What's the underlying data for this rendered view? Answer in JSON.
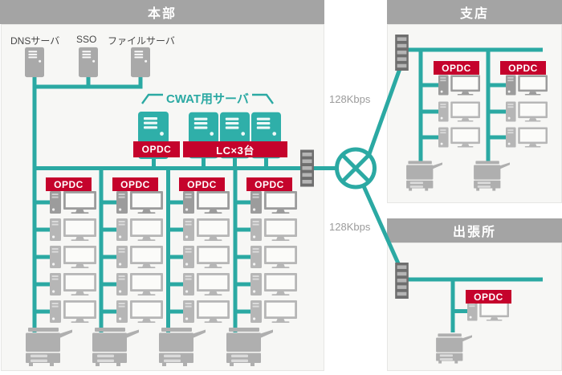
{
  "palette": {
    "teal": "#2BA9A3",
    "red": "#C5032C",
    "header_gray": "#A4A4A4"
  },
  "hq": {
    "title": "本部",
    "servers": [
      "DNSサーバ",
      "SSO",
      "ファイルサーバ"
    ],
    "cwat": {
      "label": "CWAT用サーバ",
      "opdc": "OPDC",
      "lc": "LC×3台"
    },
    "columns": [
      "OPDC",
      "OPDC",
      "OPDC",
      "OPDC"
    ]
  },
  "wan": {
    "top_link": "128Kbps",
    "bottom_link": "128Kbps"
  },
  "branch": {
    "title": "支店",
    "columns": [
      "OPDC",
      "OPDC"
    ]
  },
  "satellite": {
    "title": "出張所",
    "opdc": "OPDC"
  }
}
